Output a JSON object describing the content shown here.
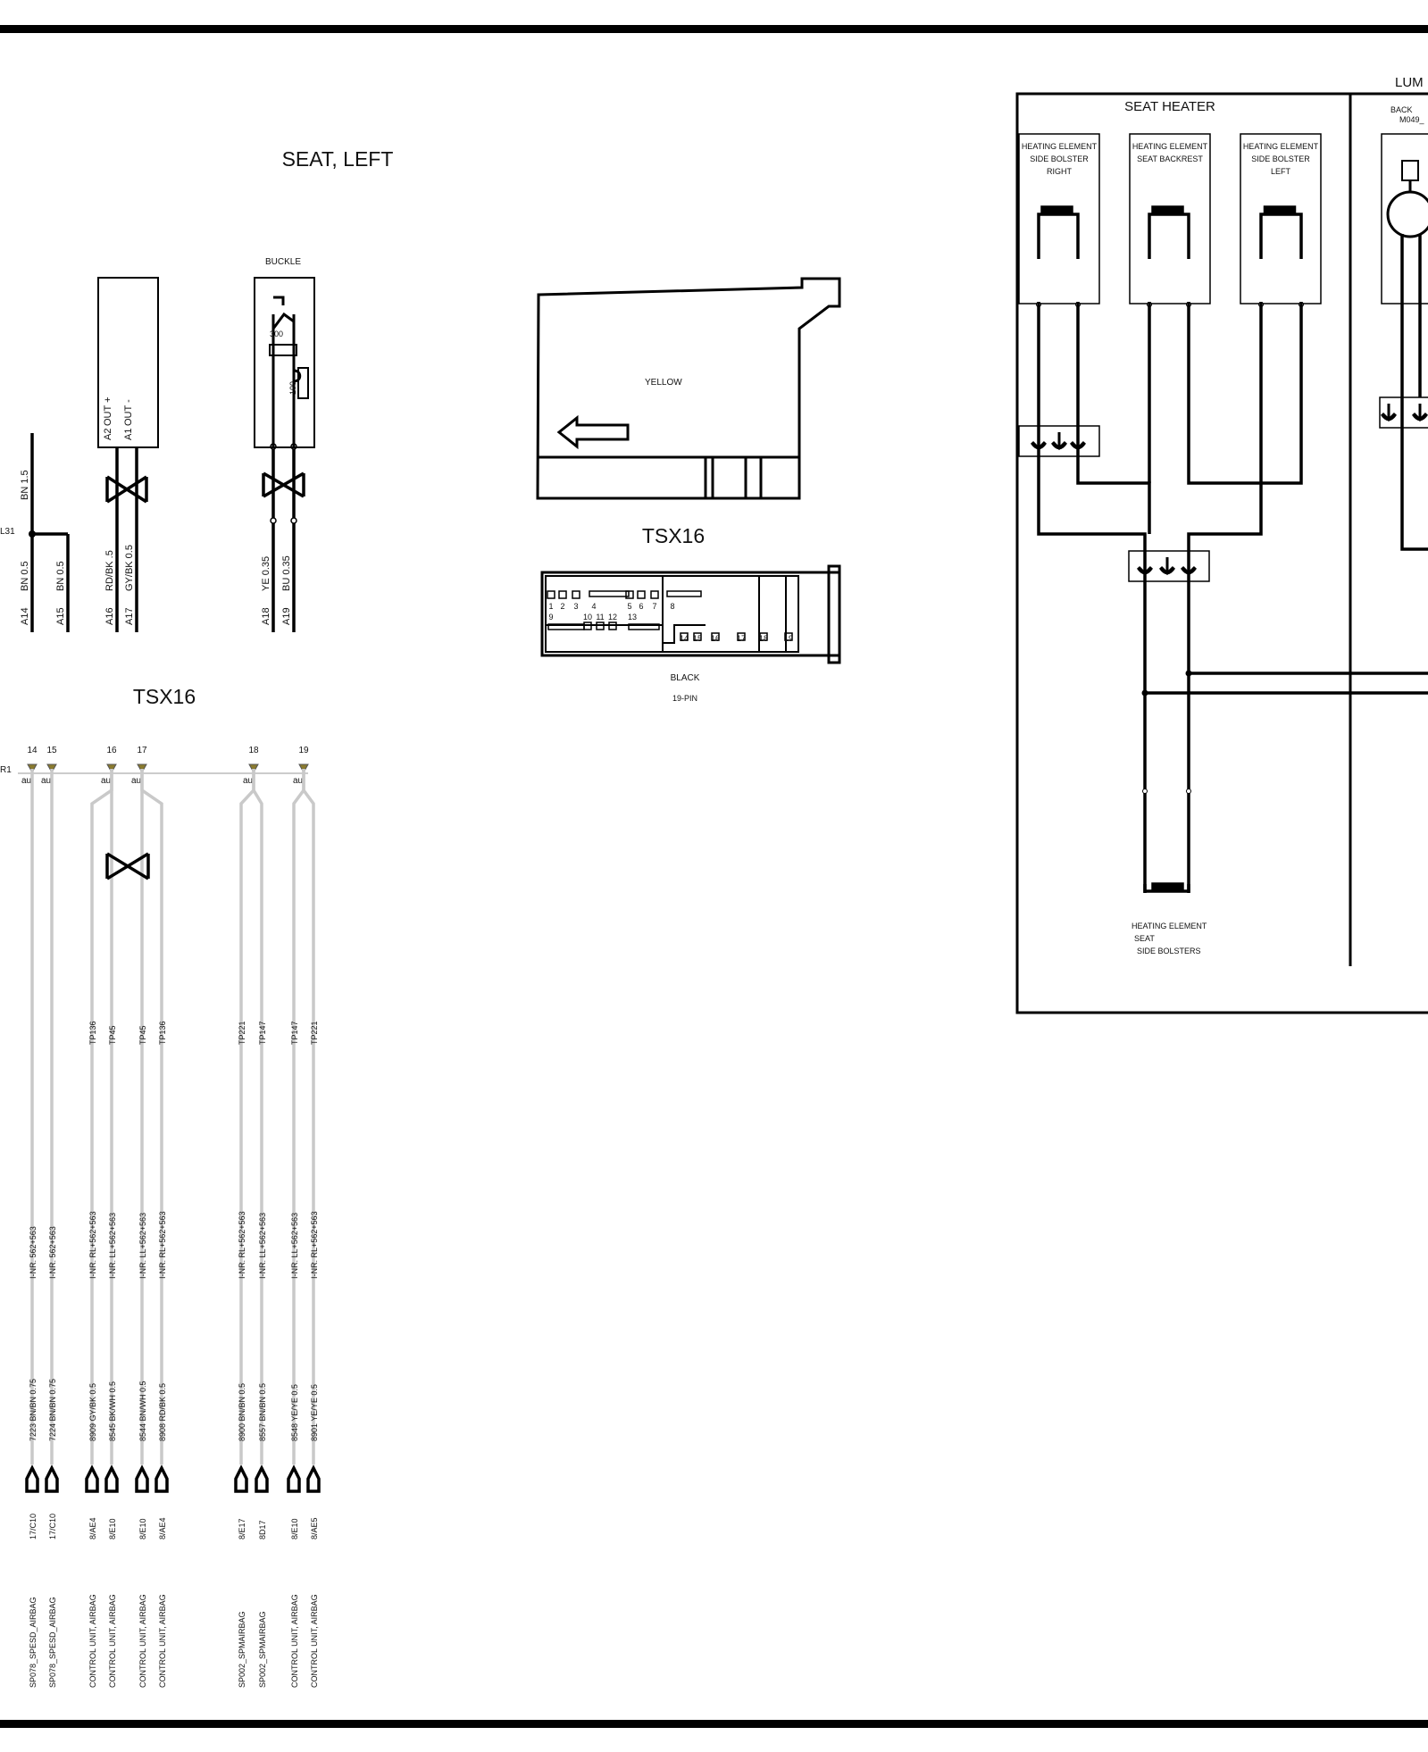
{
  "title": "SEAT, LEFT",
  "connector_top": {
    "wire_labels": [
      {
        "pin": "A14",
        "wire": "BN 0.5"
      },
      {
        "pin": "A15",
        "wire": "BN 0.5"
      },
      {
        "pin": "A16",
        "wire": "RD/BK .5"
      },
      {
        "pin": "A17",
        "wire": "GY/BK 0.5"
      },
      {
        "pin": "A18",
        "wire": "YE 0.35"
      },
      {
        "pin": "A19",
        "wire": "BU 0.35"
      }
    ],
    "feed_wire": "BN 1.5",
    "splice_label": "L31"
  },
  "component_out": {
    "pins": [
      "A2",
      "A1"
    ],
    "labels": [
      "OUT +",
      "OUT -"
    ]
  },
  "buckle": {
    "title": "BUCKLE",
    "r1": "300",
    "r2": "100"
  },
  "connector_views": {
    "name": "TSX16",
    "yellow_label": "YELLOW",
    "black_label": "BLACK",
    "pin_count": "19-PIN",
    "pin_numbers": [
      "1",
      "2",
      "3",
      "4",
      "5",
      "6",
      "7",
      "8",
      "9",
      "10",
      "11",
      "12",
      "13",
      "14",
      "15",
      "16",
      "17",
      "18",
      "19"
    ]
  },
  "tsx16_lower": {
    "name": "TSX16",
    "row_label": "R1",
    "pins": [
      "14",
      "15",
      "16",
      "17",
      "18",
      "19"
    ],
    "plating": "au",
    "wires": [
      {
        "tp": "",
        "net": "I-NR. 562+563",
        "wire": "7223 BN/BN 0.75",
        "loc": "17/C10",
        "dest": "SP078_SPESD_AIRBAG"
      },
      {
        "tp": "",
        "net": "I-NR. 562+563",
        "wire": "7224 BN/BN 0.75",
        "loc": "17/C10",
        "dest": "SP078_SPESD_AIRBAG"
      },
      {
        "tp": "TP136",
        "net": "I-NR. RL+562+563",
        "wire": "8909 GY/BK 0.5",
        "loc": "8/AE4",
        "dest": "CONTROL UNIT, AIRBAG"
      },
      {
        "tp": "TP45",
        "net": "I-NR. LL+562+563",
        "wire": "8545 BK/WH 0.5",
        "loc": "8/E10",
        "dest": "CONTROL UNIT, AIRBAG"
      },
      {
        "tp": "TP45",
        "net": "I-NR. LL+562+563",
        "wire": "8544 BN/WH 0.5",
        "loc": "8/E10",
        "dest": "CONTROL UNIT, AIRBAG"
      },
      {
        "tp": "TP136",
        "net": "I-NR. RL+562+563",
        "wire": "8908 RD/BK 0.5",
        "loc": "8/AE4",
        "dest": "CONTROL UNIT, AIRBAG"
      },
      {
        "tp": "TP221",
        "net": "I-NR. RL+562+563",
        "wire": "8900 BN/BN 0.5",
        "loc": "8/E17",
        "dest": "SP002_SPMAIRBAG"
      },
      {
        "tp": "TP147",
        "net": "I-NR. LL+562+563",
        "wire": "8557 BN/BN 0.5",
        "loc": "8D17",
        "dest": "SP002_SPMAIRBAG"
      },
      {
        "tp": "TP147",
        "net": "I-NR. LL+562+563",
        "wire": "8548 YE/YE 0.5",
        "loc": "8/E10",
        "dest": "CONTROL UNIT, AIRBAG"
      },
      {
        "tp": "TP221",
        "net": "I-NR. RL+562+563",
        "wire": "8901 YE/YE 0.5",
        "loc": "8/AE5",
        "dest": "CONTROL UNIT, AIRBAG"
      }
    ]
  },
  "seat_heater": {
    "title": "SEAT HEATER",
    "elements": [
      {
        "lines": [
          "HEATING ELEMENT",
          "SIDE BOLSTER",
          "RIGHT"
        ]
      },
      {
        "lines": [
          "HEATING ELEMENT",
          "SEAT BACKREST"
        ]
      },
      {
        "lines": [
          "HEATING ELEMENT",
          "SIDE BOLSTER",
          "LEFT"
        ]
      }
    ],
    "bottom_element": {
      "lines": [
        "HEATING ELEMENT",
        "SEAT",
        "SIDE BOLSTERS"
      ]
    }
  },
  "lumbar": {
    "title": "LUM",
    "back_label": "BACK",
    "motor_label": "M049_"
  }
}
